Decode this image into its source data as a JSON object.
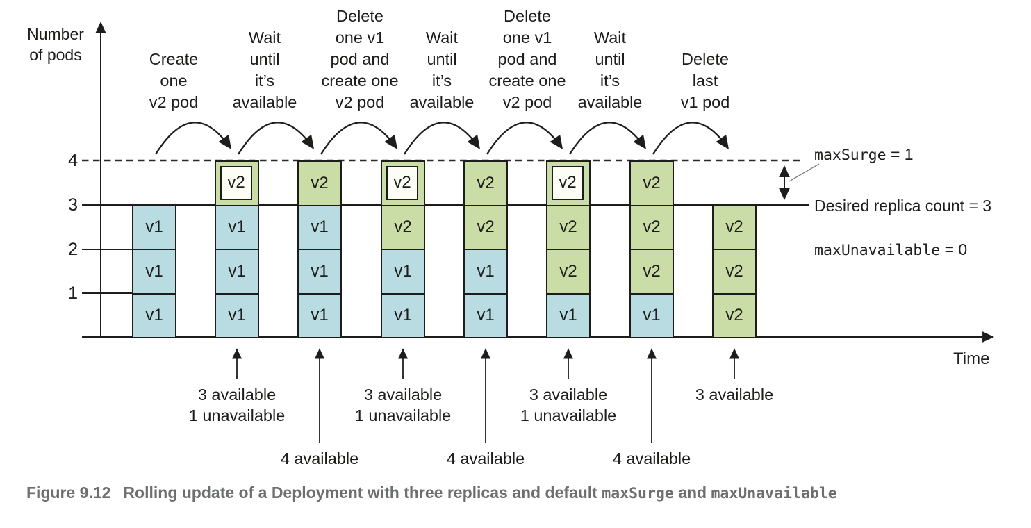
{
  "colors": {
    "v1_fill": "#b9dce3",
    "v2_fill": "#cbdda6",
    "creating_fill": "#fcfdf5",
    "line": "#1d1d1b",
    "caption_gray": "#6d6e70"
  },
  "axes": {
    "y_label": "Number\nof pods",
    "x_label": "Time",
    "y_ticks": [
      "4",
      "3",
      "2",
      "1"
    ]
  },
  "reference_lines": {
    "max_surge_code": "maxSurge",
    "max_surge_value": " = 1",
    "desired": "Desired replica count = 3",
    "max_unavailable_code": "maxUnavailable",
    "max_unavailable_value": " = 0"
  },
  "steps": [
    {
      "label": "Create\none\nv2 pod"
    },
    {
      "label": "Wait\nuntil\nit’s\navailable"
    },
    {
      "label": "Delete\none v1\npod and\ncreate one\nv2 pod"
    },
    {
      "label": "Wait\nuntil\nit’s\navailable"
    },
    {
      "label": "Delete\none v1\npod and\ncreate one\nv2 pod"
    },
    {
      "label": "Wait\nuntil\nit’s\navailable"
    },
    {
      "label": "Delete\nlast\nv1 pod"
    }
  ],
  "columns": [
    {
      "pods": [
        {
          "version": "v1",
          "state": "running"
        },
        {
          "version": "v1",
          "state": "running"
        },
        {
          "version": "v1",
          "state": "running"
        }
      ]
    },
    {
      "pods": [
        {
          "version": "v1",
          "state": "running"
        },
        {
          "version": "v1",
          "state": "running"
        },
        {
          "version": "v1",
          "state": "running"
        },
        {
          "version": "v2",
          "state": "creating"
        }
      ]
    },
    {
      "pods": [
        {
          "version": "v1",
          "state": "running"
        },
        {
          "version": "v1",
          "state": "running"
        },
        {
          "version": "v1",
          "state": "running"
        },
        {
          "version": "v2",
          "state": "running"
        }
      ]
    },
    {
      "pods": [
        {
          "version": "v1",
          "state": "running"
        },
        {
          "version": "v1",
          "state": "running"
        },
        {
          "version": "v2",
          "state": "running"
        },
        {
          "version": "v2",
          "state": "creating"
        }
      ]
    },
    {
      "pods": [
        {
          "version": "v1",
          "state": "running"
        },
        {
          "version": "v1",
          "state": "running"
        },
        {
          "version": "v2",
          "state": "running"
        },
        {
          "version": "v2",
          "state": "running"
        }
      ]
    },
    {
      "pods": [
        {
          "version": "v1",
          "state": "running"
        },
        {
          "version": "v2",
          "state": "running"
        },
        {
          "version": "v2",
          "state": "running"
        },
        {
          "version": "v2",
          "state": "creating"
        }
      ]
    },
    {
      "pods": [
        {
          "version": "v1",
          "state": "running"
        },
        {
          "version": "v2",
          "state": "running"
        },
        {
          "version": "v2",
          "state": "running"
        },
        {
          "version": "v2",
          "state": "running"
        }
      ]
    },
    {
      "pods": [
        {
          "version": "v2",
          "state": "running"
        },
        {
          "version": "v2",
          "state": "running"
        },
        {
          "version": "v2",
          "state": "running"
        }
      ]
    }
  ],
  "bottom_annotations": [
    {
      "column_index": 1,
      "arrow": "short",
      "lines": "3 available\n1 unavailable"
    },
    {
      "column_index": 2,
      "arrow": "long",
      "lines": "4 available"
    },
    {
      "column_index": 3,
      "arrow": "short",
      "lines": "3 available\n1 unavailable"
    },
    {
      "column_index": 4,
      "arrow": "long",
      "lines": "4 available"
    },
    {
      "column_index": 5,
      "arrow": "short",
      "lines": "3 available\n1 unavailable"
    },
    {
      "column_index": 6,
      "arrow": "long",
      "lines": "4 available"
    },
    {
      "column_index": 7,
      "arrow": "short",
      "lines": "3 available"
    }
  ],
  "caption": {
    "figure_label": "Figure 9.12",
    "body_1": "Rolling update of a Deployment with three replicas and default ",
    "code_1": "maxSurge",
    "body_2": " and ",
    "code_2": "maxUnavailable"
  }
}
